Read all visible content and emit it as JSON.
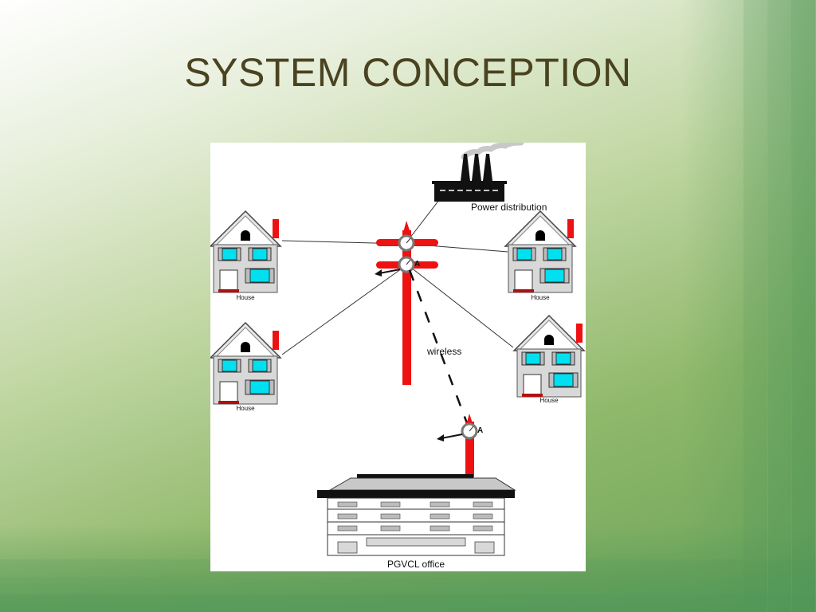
{
  "slide": {
    "title": "SYSTEM CONCEPTION"
  },
  "diagram": {
    "power_distribution_label": "Power distribution",
    "wireless_label": "wireless",
    "office_label": "PGVCL office",
    "antenna_label": "A",
    "houses": [
      {
        "label": "House"
      },
      {
        "label": "House"
      },
      {
        "label": "House"
      },
      {
        "label": "House"
      }
    ],
    "colors": {
      "pole": "#ee1111",
      "window": "#00e0f0",
      "house_body": "#d8d8d8",
      "background_green": "#8fb86a"
    }
  }
}
